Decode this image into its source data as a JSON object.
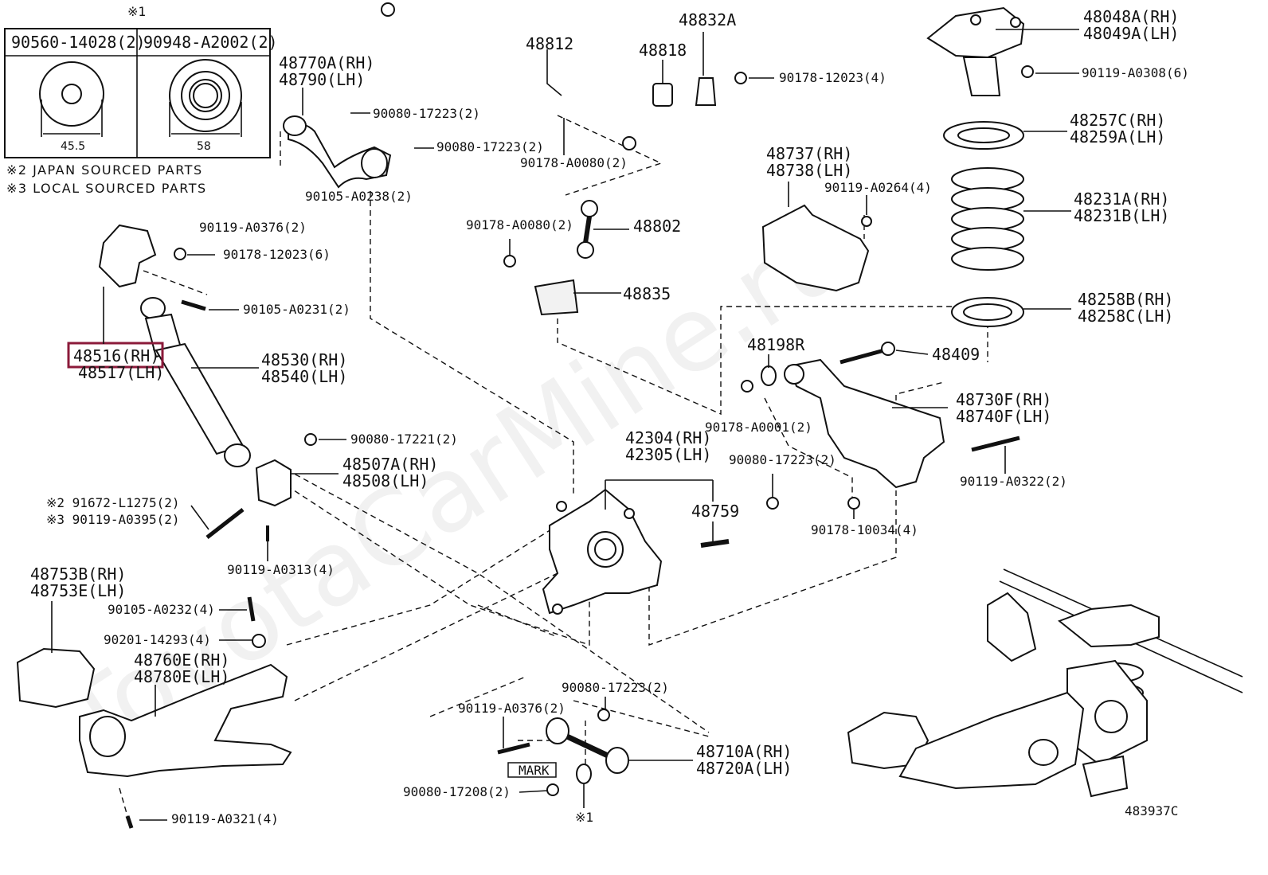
{
  "table": {
    "mark": "※1",
    "col1_part": "90560-14028(2)",
    "col2_part": "90948-A2002(2)",
    "col1_dim": "45.5",
    "col2_dim": "58"
  },
  "notes": {
    "japan": "※2 JAPAN SOURCED PARTS",
    "local": "※3 LOCAL SOURCED PARTS"
  },
  "watermark": "ToyotaCarMine.ru",
  "diagram_code": "483937C",
  "mark_label": "MARK",
  "callouts": {
    "c48770": [
      "48770A(RH)",
      "48790(LH)"
    ],
    "c48812": "48812",
    "c48818": "48818",
    "c48832": "48832A",
    "c48048": [
      "48048A(RH)",
      "48049A(LH)"
    ],
    "c90178_12023_4": "90178-12023(4)",
    "c90119_A0308": "90119-A0308(6)",
    "c90080_17223_a": "90080-17223(2)",
    "c90080_17223_b": "90080-17223(2)",
    "c90178_A0080_a": "90178-A0080(2)",
    "c48257": [
      "48257C(RH)",
      "48259A(LH)"
    ],
    "c90119_A0376_a": "90119-A0376(2)",
    "c90105_A0238": "90105-A0238(2)",
    "c48737": [
      "48737(RH)",
      "48738(LH)"
    ],
    "c90119_A0264": "90119-A0264(4)",
    "c48231": [
      "48231A(RH)",
      "48231B(LH)"
    ],
    "c90178_A0080_b": "90178-A0080(2)",
    "c48802": "48802",
    "c90178_12023_6": "90178-12023(6)",
    "c48835": "48835",
    "c48258": [
      "48258B(RH)",
      "48258C(LH)"
    ],
    "c90105_A0231": "90105-A0231(2)",
    "c48516": [
      "48516(RH)",
      "48517(LH)"
    ],
    "c48530": [
      "48530(RH)",
      "48540(LH)"
    ],
    "c48198": "48198R",
    "c48409": "48409",
    "c48730": [
      "48730F(RH)",
      "48740F(LH)"
    ],
    "c90178_A0001": "90178-A0001(2)",
    "c90080_17221": "90080-17221(2)",
    "c48507": [
      "48507A(RH)",
      "48508(LH)"
    ],
    "c42304": [
      "42304(RH)",
      "42305(LH)"
    ],
    "c90080_17223_c": "90080-17223(2)",
    "c90119_A0322": "90119-A0322(2)",
    "c91672": "※2 91672-L1275(2)",
    "c90119_A0395": "※3 90119-A0395(2)",
    "c48759": "48759",
    "c90178_10034": "90178-10034(4)",
    "c90119_A0313": "90119-A0313(4)",
    "c48753": [
      "48753B(RH)",
      "48753E(LH)"
    ],
    "c90105_A0232": "90105-A0232(4)",
    "c90201_14293": "90201-14293(4)",
    "c48760": [
      "48760E(RH)",
      "48780E(LH)"
    ],
    "c90080_17223_d": "90080-17223(2)",
    "c90119_A0376_b": "90119-A0376(2)",
    "c48710": [
      "48710A(RH)",
      "48720A(LH)"
    ],
    "c90080_17208": "90080-17208(2)",
    "c90119_A0321": "90119-A0321(4)",
    "c_mark1": "※1"
  },
  "highlight": {
    "target": "48516(RH)",
    "color": "#8b1a3a"
  }
}
